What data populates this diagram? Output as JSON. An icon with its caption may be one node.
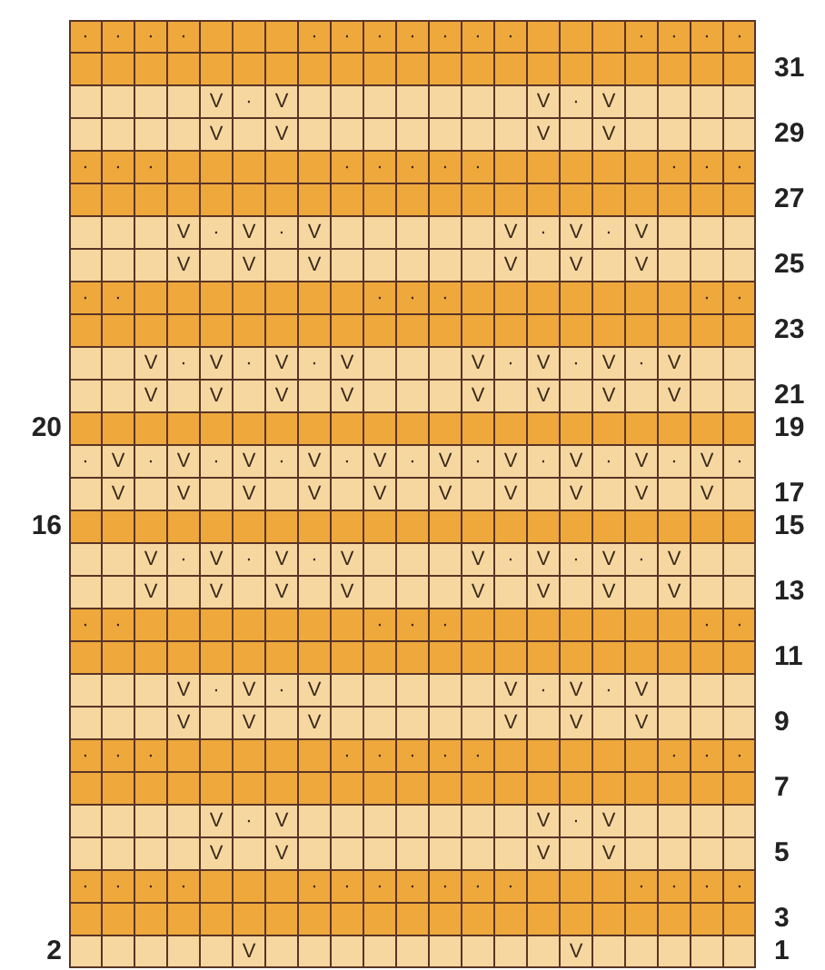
{
  "diagram": {
    "labels": [
      "·",
      "·",
      "·",
      "·",
      "·",
      "·",
      "·",
      "·",
      "·",
      "·",
      "·",
      "·",
      "·",
      "·",
      "·",
      "31",
      "V",
      "·",
      "V",
      "V",
      "·",
      "V",
      "V",
      "V",
      "V",
      "V",
      "29",
      "·",
      "·",
      "·",
      "·",
      "·",
      "·",
      "·",
      "·",
      "·",
      "·",
      "·",
      "27",
      "V",
      "·",
      "V",
      "·",
      "V",
      "V",
      "·",
      "V",
      "·",
      "V",
      "V",
      "V",
      "V",
      "V",
      "V",
      "V",
      "25",
      "·",
      "·",
      "·",
      "·",
      "·",
      "·",
      "·",
      "23",
      "V",
      "·",
      "V",
      "·",
      "V",
      "·",
      "V",
      "V",
      "·",
      "V",
      "·",
      "V",
      "·",
      "V",
      "V",
      "V",
      "V",
      "V",
      "V",
      "V",
      "V",
      "V",
      "21",
      "20",
      "19",
      "·",
      "V",
      "·",
      "V",
      "·",
      "V",
      "·",
      "V",
      "·",
      "V",
      "·",
      "V",
      "·",
      "V",
      "·",
      "V",
      "·",
      "V",
      "·",
      "V",
      "·",
      "V",
      "V",
      "V",
      "V",
      "V",
      "V",
      "V",
      "V",
      "V",
      "V",
      "17",
      "16",
      "15",
      "V",
      "·",
      "V",
      "·",
      "V",
      "·",
      "V",
      "V",
      "·",
      "V",
      "·",
      "V",
      "·",
      "V",
      "V",
      "V",
      "V",
      "V",
      "V",
      "V",
      "V",
      "V",
      "13",
      "·",
      "·",
      "·",
      "·",
      "·",
      "·",
      "·",
      "11",
      "V",
      "·",
      "V",
      "·",
      "V",
      "V",
      "·",
      "V",
      "·",
      "V",
      "V",
      "V",
      "V",
      "V",
      "V",
      "V",
      "9",
      "·",
      "·",
      "·",
      "·",
      "·",
      "·",
      "·",
      "·",
      "·",
      "·",
      "·",
      "7",
      "V",
      "·",
      "V",
      "V",
      "·",
      "V",
      "V",
      "V",
      "V",
      "V",
      "5",
      "·",
      "·",
      "·",
      "·",
      "·",
      "·",
      "·",
      "·",
      "·",
      "·",
      "·",
      "·",
      "·",
      "·",
      "·",
      "3",
      "2",
      "V",
      "V",
      "1"
    ]
  }
}
